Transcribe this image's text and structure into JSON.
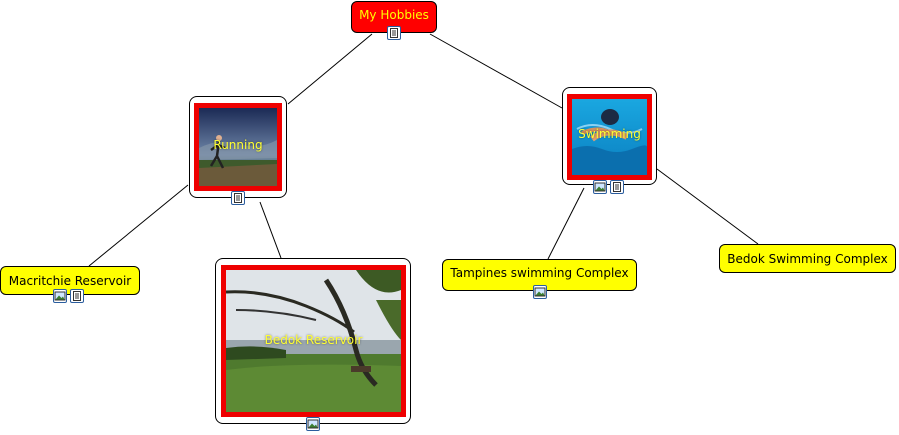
{
  "nodes": {
    "root": {
      "label": "My Hobbies",
      "fill": "#ff0000",
      "text_color": "#ffff00"
    },
    "running": {
      "label": "Running",
      "border_color": "#ee0000"
    },
    "swimming": {
      "label": "Swimming",
      "border_color": "#ee0000"
    },
    "macritchie": {
      "label": "Macritchie Reservoir",
      "fill": "#ffff00"
    },
    "bedok_reservoir": {
      "label": "Bedok Reservoir",
      "border_color": "#ee0000"
    },
    "tampines": {
      "label": "Tampines swimming Complex",
      "fill": "#ffff00"
    },
    "bedok_swimming": {
      "label": "Bedok Swimming Complex",
      "fill": "#ffff00"
    }
  },
  "icons": {
    "note": "note-icon",
    "picture": "picture-icon"
  }
}
